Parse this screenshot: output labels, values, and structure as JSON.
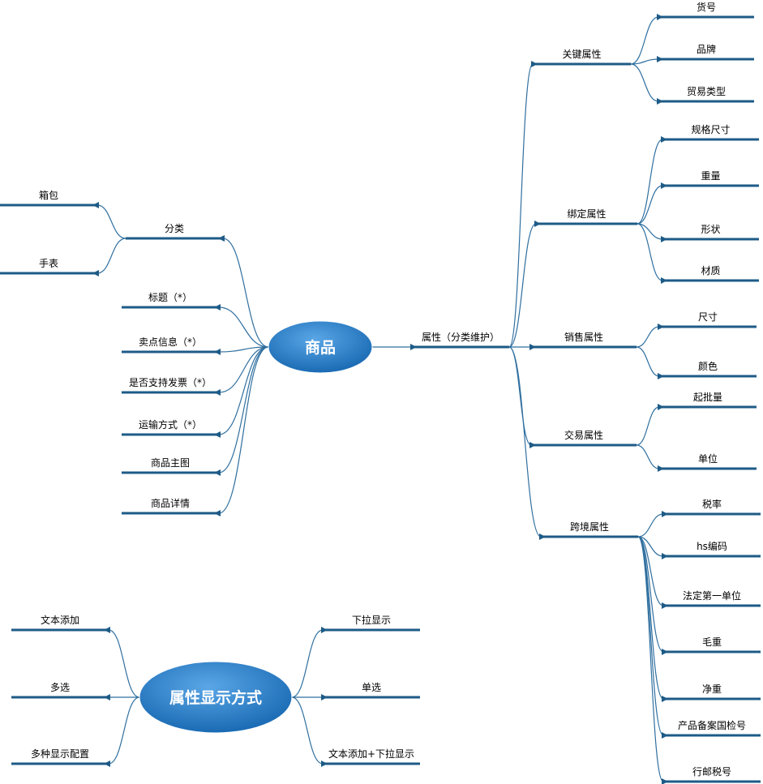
{
  "root": {
    "label": "商品"
  },
  "left_branches": [
    {
      "label": "分类",
      "children": [
        "箱包",
        "手表"
      ]
    },
    {
      "label": "标题（*）"
    },
    {
      "label": "卖点信息（*）"
    },
    {
      "label": "是否支持发票（*）"
    },
    {
      "label": "运输方式（*）"
    },
    {
      "label": "商品主图"
    },
    {
      "label": "商品详情"
    }
  ],
  "attribute_branch": {
    "label": "属性（分类维护）",
    "groups": [
      {
        "label": "关键属性",
        "children": [
          "货号",
          "品牌",
          "贸易类型"
        ]
      },
      {
        "label": "绑定属性",
        "children": [
          "规格尺寸",
          "重量",
          "形状",
          "材质"
        ]
      },
      {
        "label": "销售属性",
        "children": [
          "尺寸",
          "颜色"
        ]
      },
      {
        "label": "交易属性",
        "children": [
          "起批量",
          "单位"
        ]
      },
      {
        "label": "跨境属性",
        "children": [
          "税率",
          "hs编码",
          "法定第一单位",
          "毛重",
          "净重",
          "产品备案国检号",
          "行邮税号"
        ]
      }
    ]
  },
  "display_root": {
    "label": "属性显示方式"
  },
  "display_left": [
    "文本添加",
    "多选",
    "多种显示配置"
  ],
  "display_right": [
    "下拉显示",
    "单选",
    "文本添加+下拉显示"
  ],
  "colors": {
    "node_fill_light": "#5aa6e6",
    "node_fill_dark": "#1566b0",
    "line": "#1e5b87"
  }
}
